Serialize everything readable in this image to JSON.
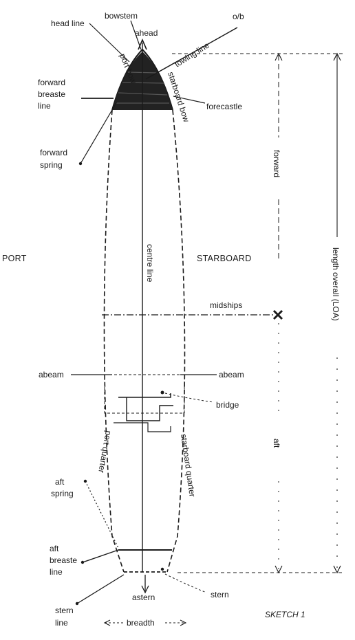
{
  "labels": {
    "head_line": "head line",
    "bowstem": "bowstem",
    "ahead": "ahead",
    "towing_line": "towing line",
    "ob": "o/b",
    "port_bow": "port bow",
    "forward_breastline": [
      "forward",
      "breaste",
      "line"
    ],
    "starboard_bow": "starboard bow",
    "forecastle": "forecastle",
    "forward_spring": [
      "forward",
      "spring"
    ],
    "forward": "forward",
    "port": "PORT",
    "center_line": "centre line",
    "starboard": "STARBOARD",
    "length_overall": "length overall (LOA)",
    "midships": "midships",
    "abeam_left": "abeam",
    "abeam_right": "abeam",
    "bridge": "bridge",
    "port_quarter": "port quarter",
    "starboard_quarter": "starboard quarter",
    "aft": "aft",
    "aft_spring": [
      "aft",
      "spring"
    ],
    "aft_breastline": [
      "aft",
      "breaste",
      "line"
    ],
    "astern": "astern",
    "stern": "stern",
    "stern_line": [
      "stern",
      "line"
    ],
    "breadth": "breadth",
    "sketch": "SKETCH 1"
  }
}
